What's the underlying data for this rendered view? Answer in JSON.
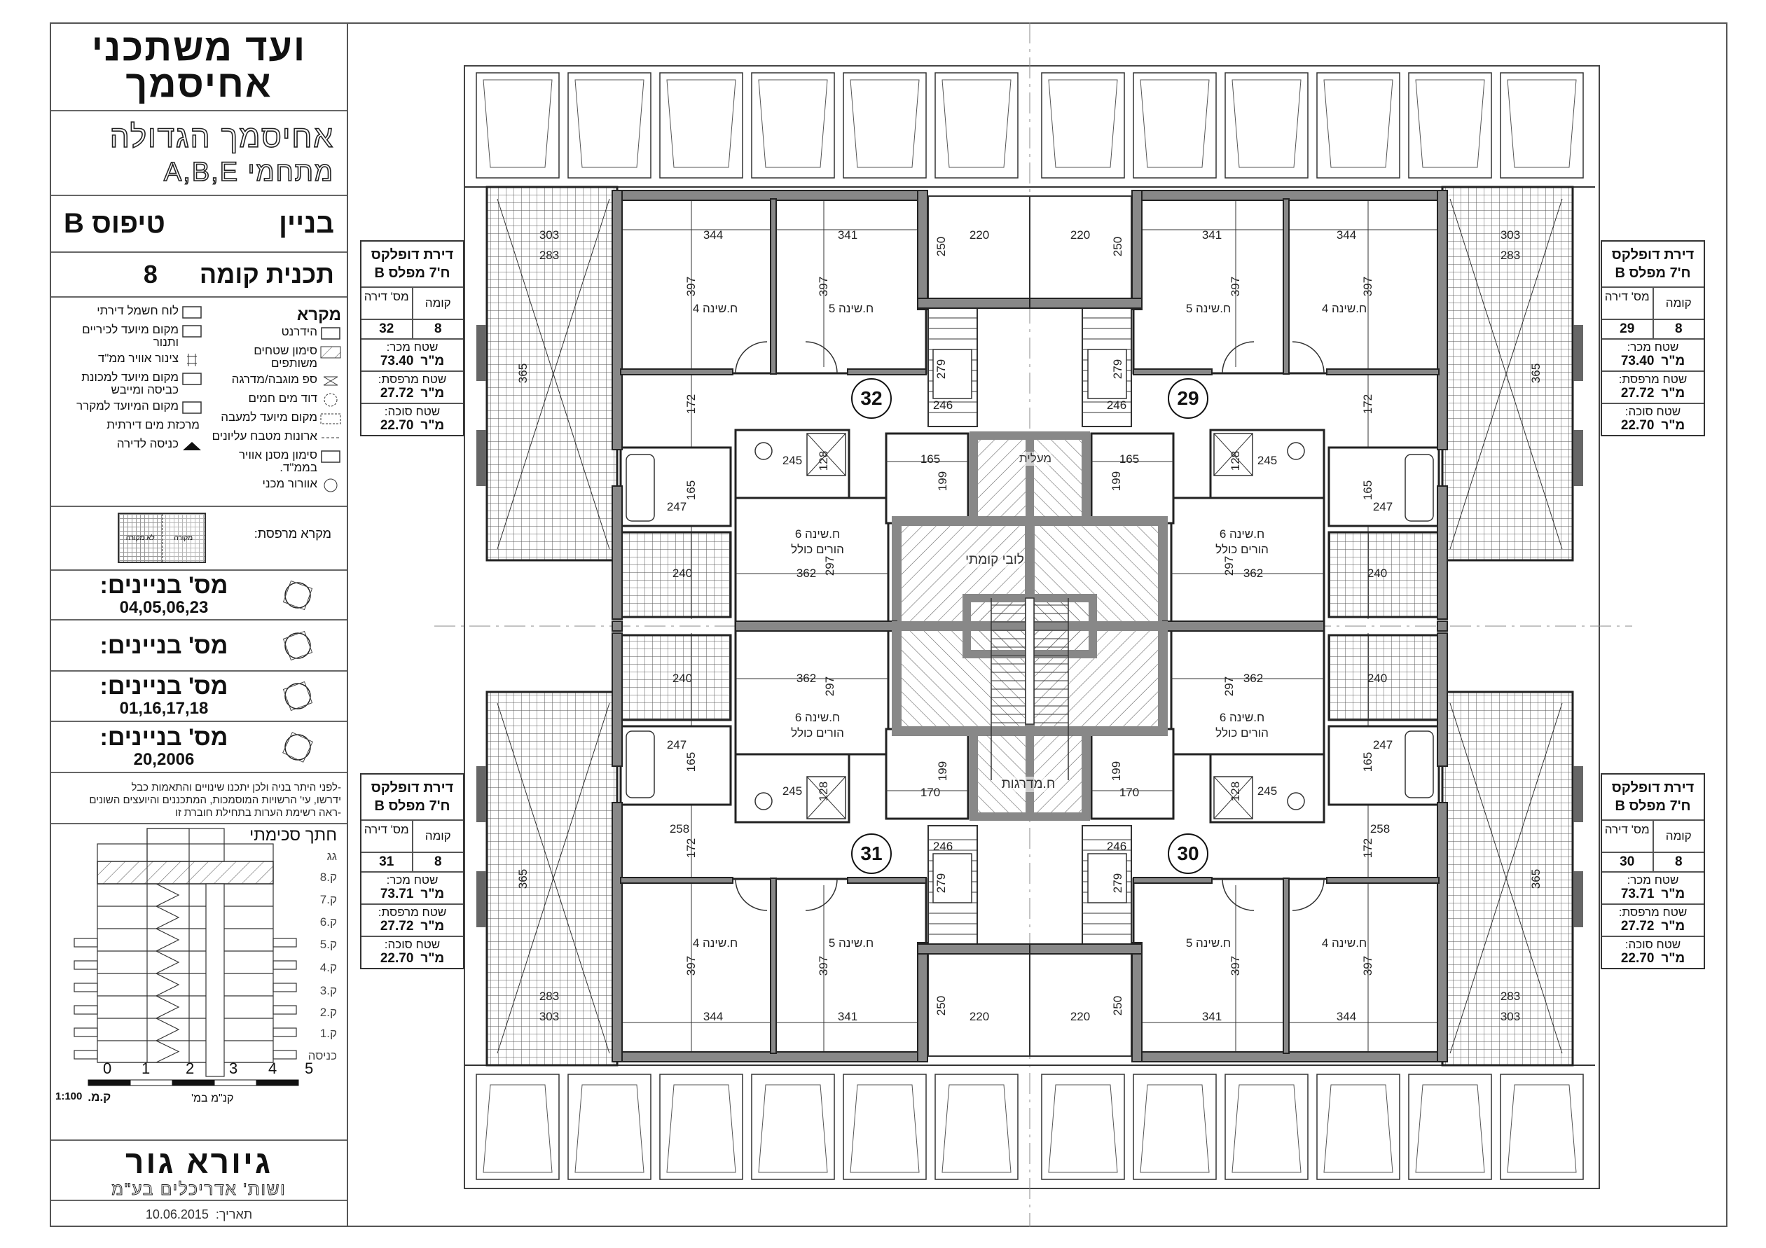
{
  "title_block": {
    "client_line1": "ועד משתכני",
    "client_line2": "אחיסמך",
    "project_line1": "אחיסמך הגדולה",
    "project_line2": "מתחמי A,B,E",
    "building_label": "בניין",
    "building_type": "טיפוס B",
    "plan_label": "תכנית קומה",
    "floor": "8"
  },
  "legend": {
    "title": "מקרא",
    "right": [
      {
        "text": "הידרנט",
        "icon": "hydrant-icon"
      },
      {
        "text": "סימון שטחים משותפים",
        "icon": "shared-area-hatch-icon"
      },
      {
        "text": "ספ מוגבה/מדרגה",
        "icon": "raised-threshold-icon"
      },
      {
        "text": "דוד מים חמים",
        "icon": "water-heater-icon"
      },
      {
        "text": "מקום מיועד למעבה",
        "icon": "condenser-place-icon"
      },
      {
        "text": "ארונות מטבח עליונים",
        "icon": "upper-cabinets-icon"
      },
      {
        "text": "סימון מסנן אוויר בממ\"ד.",
        "icon": "air-filter-icon"
      },
      {
        "text": "אוורור מכני",
        "icon": "mechanical-ventilation-icon"
      }
    ],
    "left": [
      {
        "text": "לוח חשמל דירתי",
        "icon": "electric-panel-icon"
      },
      {
        "text": "מקום מיועד לכיריים ותנור",
        "icon": "stove-icon"
      },
      {
        "text": "צינור אוויר ממ\"ד",
        "icon": "air-pipe-icon"
      },
      {
        "text": "מקום מיועד למכונת כביסה ומייבש",
        "icon": "washing-machine-icon"
      },
      {
        "text": "מקום המיועד למקרר",
        "icon": "refrigerator-icon"
      },
      {
        "text": "מרכזת מים דירתית",
        "icon": "none"
      },
      {
        "text": "כניסה לדירה",
        "icon": "entrance-triangle-icon"
      }
    ]
  },
  "balcony_legend": {
    "label": "מקרא מרפסת:",
    "covered": "מקורה",
    "uncovered": "לא מקורה"
  },
  "buildings": [
    {
      "label": "מס' בניינים:",
      "numbers": "04,05,06,23"
    },
    {
      "label": "מס' בניינים:"
    },
    {
      "label": "מס' בניינים:",
      "numbers": "01,16,17,18"
    },
    {
      "label": "מס' בניינים:",
      "numbers": "20,2006"
    }
  ],
  "notes": [
    "-לפני היתר בניה ולכן יתכנו שינויים והתאמות כבל",
    "ידרשו, עי' הרשויות המוסמכות, המתכננים והיועצים השונים",
    "-ראה רשימת הערות בתחילת חוברת זו"
  ],
  "section": {
    "title": "חתך סכימתי",
    "levels": [
      "גג",
      "ק.8",
      "ק.7",
      "ק.6",
      "ק.5",
      "ק.4",
      "ק.3",
      "ק.2",
      "ק.1",
      "כניסה"
    ],
    "scale_ticks": [
      "0",
      "1",
      "2",
      "3",
      "4",
      "5"
    ],
    "scale_ratio": "1:100",
    "scale_ratio_label": "ק.מ.",
    "scale_unit": "קנ\"מ במ'"
  },
  "architect": {
    "name": "גיורא גור",
    "firm": "ושות' אדריכלים בע\"מ"
  },
  "date": {
    "label": "תאריך:",
    "value": "10.06.2015"
  },
  "apartment_box_labels": {
    "title": "דירת דופלקס",
    "subtitle": "ח'7 מפלס B",
    "floor": "קומה",
    "apt_no": "מס' דירה",
    "sale_area": "שטח מכר:",
    "balcony_area": "שטח מרפסת:",
    "sukkah_area": "שטח סוכה:",
    "unit": "מ\"ר"
  },
  "rooms": {
    "bed4": "ח.שינה 4",
    "bed5": "ח.שינה 5",
    "bed6": "ח.שינה 6",
    "bed6_sub": "הורים כולל"
  },
  "core": {
    "lobby": "לובי קומתי",
    "elevator": "מעלית",
    "stairs": "ח.מדרגות"
  },
  "apartments": [
    {
      "number": "32",
      "floor": "8",
      "sale_area": "73.40",
      "balcony_area": "27.72",
      "sukkah_area": "22.70",
      "dims": {
        "terrace_w1": "303",
        "terrace_w2": "283",
        "terrace_h": "365",
        "bed4_w": "344",
        "bed5_w": "341",
        "bed4_h": "397",
        "bed5_h": "397",
        "hall_h": "250",
        "hall_w": "220",
        "stair_h": "279",
        "stair_w": "246",
        "corr_h": "172",
        "bath1_h": "165",
        "bath1_w": "247",
        "bath2_w": "245",
        "bath2_h": "128",
        "store_w": "165",
        "store_h": "199",
        "bed6_h": "297",
        "bed6_w": "362",
        "service_w": "240"
      }
    },
    {
      "number": "29",
      "floor": "8",
      "sale_area": "73.40",
      "balcony_area": "27.72",
      "sukkah_area": "22.70",
      "dims": {
        "terrace_w1": "303",
        "terrace_w2": "283",
        "terrace_h": "365",
        "bed4_w": "344",
        "bed5_w": "341",
        "bed4_h": "397",
        "bed5_h": "397",
        "hall_h": "250",
        "hall_w": "220",
        "stair_h": "279",
        "stair_w": "246",
        "corr_h": "172",
        "bath1_h": "165",
        "bath1_w": "247",
        "bath2_w": "245",
        "bath2_h": "128",
        "store_w": "165",
        "store_h": "199",
        "bed6_h": "297",
        "bed6_w": "362",
        "service_w": "240"
      }
    },
    {
      "number": "31",
      "floor": "8",
      "sale_area": "73.71",
      "balcony_area": "27.72",
      "sukkah_area": "22.70",
      "dims": {
        "terrace_w1": "303",
        "terrace_w2": "283",
        "terrace_h": "365",
        "bed4_w": "344",
        "bed5_w": "341",
        "bed4_h": "397",
        "bed5_h": "397",
        "hall_h": "250",
        "hall_w": "220",
        "stair_h": "279",
        "stair_w": "246",
        "corr_h": "172",
        "bath1_h": "165",
        "bath1_w": "247",
        "bath2_w": "245",
        "bath2_h": "128",
        "store_w": "170",
        "store_h": "199",
        "bed6_h": "297",
        "bed6_w": "362",
        "service_w": "240",
        "extra_w": "258"
      }
    },
    {
      "number": "30",
      "floor": "8",
      "sale_area": "73.71",
      "balcony_area": "27.72",
      "sukkah_area": "22.70",
      "dims": {
        "terrace_w1": "303",
        "terrace_w2": "283",
        "terrace_h": "365",
        "bed4_w": "344",
        "bed5_w": "341",
        "bed4_h": "397",
        "bed5_h": "397",
        "hall_h": "250",
        "hall_w": "220",
        "stair_h": "279",
        "stair_w": "246",
        "corr_h": "172",
        "bath1_h": "165",
        "bath1_w": "247",
        "bath2_w": "245",
        "bath2_h": "128",
        "store_w": "170",
        "store_h": "199",
        "bed6_h": "297",
        "bed6_w": "362",
        "service_w": "240",
        "extra_w": "258"
      }
    }
  ]
}
